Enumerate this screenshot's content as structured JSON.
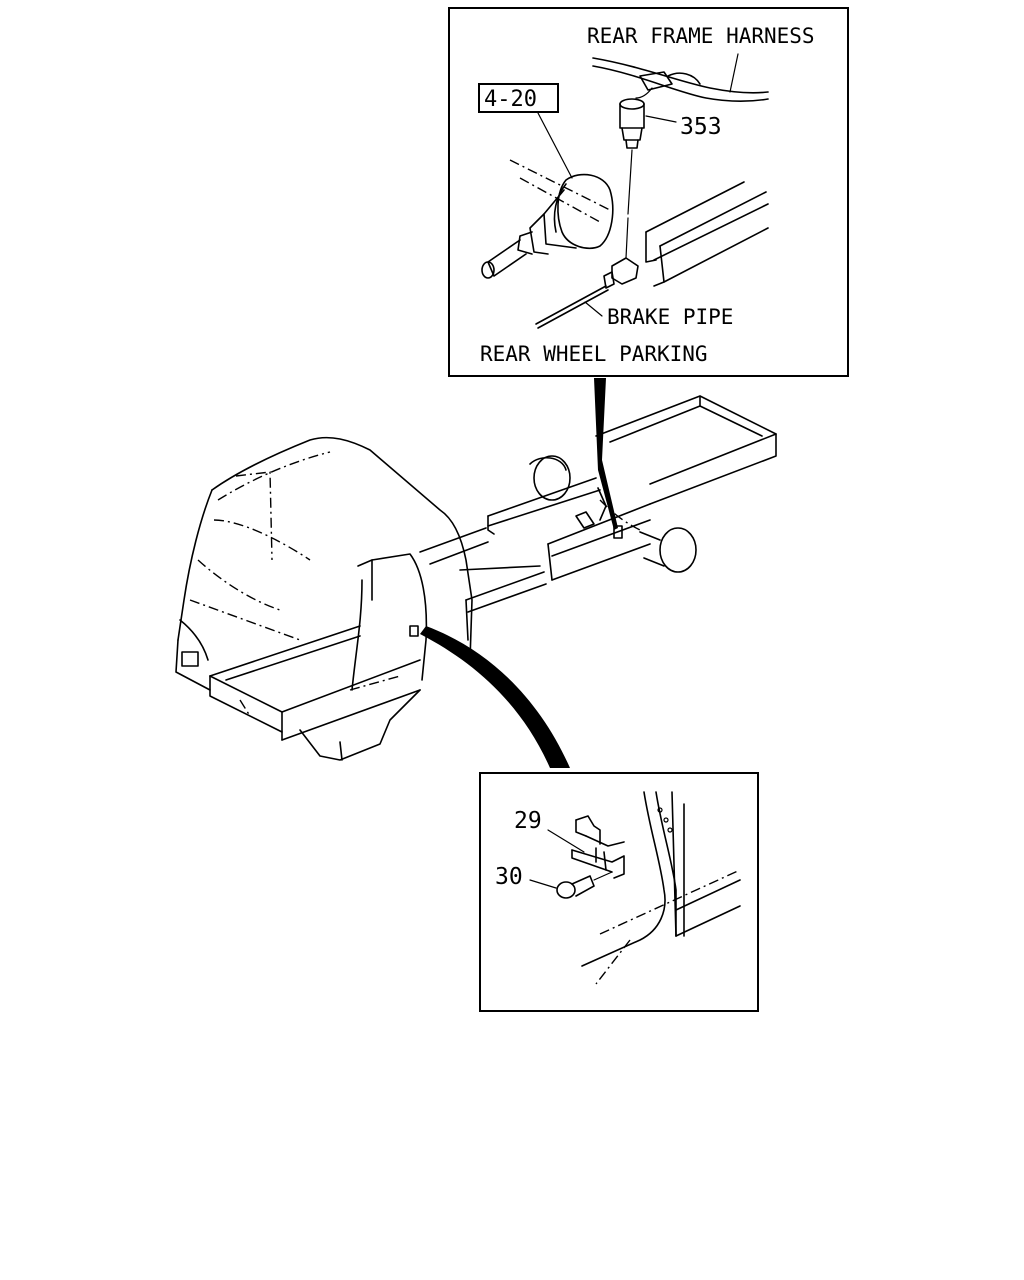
{
  "callouts": {
    "top_inset": {
      "harness_label": "REAR FRAME HARNESS",
      "ref_box_label": "4-20",
      "part_353": "353",
      "brake_pipe_label": "BRAKE PIPE",
      "caption": "REAR WHEEL PARKING"
    },
    "bottom_inset": {
      "part_29": "29",
      "part_30": "30"
    }
  },
  "colors": {
    "ink": "#000000",
    "paper": "#ffffff"
  }
}
